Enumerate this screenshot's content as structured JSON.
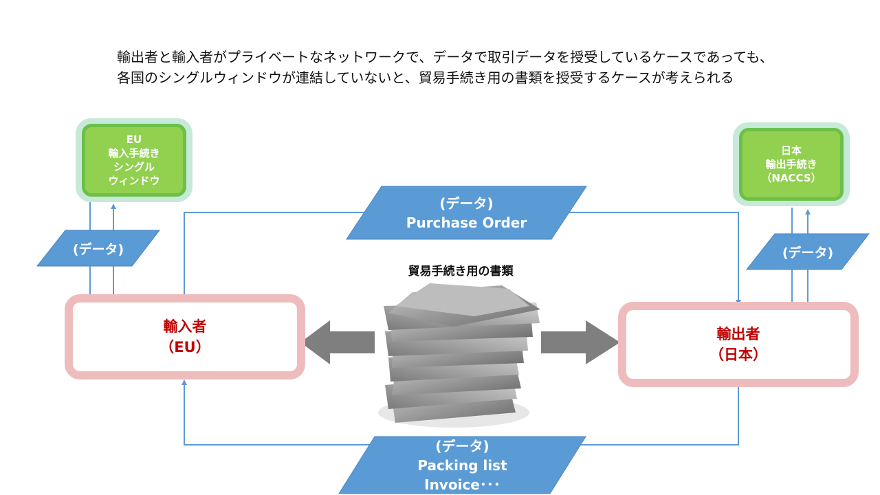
{
  "caption": {
    "line1": "輸出者と輸入者がプライベートなネットワークで、データで取引データを授受しているケースであっても、",
    "line2": "各国のシングルウィンドウが連結していないと、貿易手続き用の書類を授受するケースが考えられる"
  },
  "eu_window": {
    "lines": [
      "EU",
      "輸入手続き",
      "シングル",
      "ウィンドウ"
    ]
  },
  "jp_window": {
    "lines": [
      "日本",
      "輸出手続き",
      "（NACCS）"
    ]
  },
  "importer": {
    "name": "輸入者",
    "region": "（EU）"
  },
  "exporter": {
    "name": "輸出者",
    "region": "（日本）"
  },
  "data_left": {
    "label": "(データ)"
  },
  "data_right": {
    "label": "(データ)"
  },
  "purchase_order": {
    "line1": "(データ)",
    "line2": "Purchase Order"
  },
  "packing": {
    "line1": "(データ)",
    "line2": "Packing list",
    "line3": "Invoice･･･"
  },
  "documents": {
    "title": "貿易手続き用の書類"
  },
  "colors": {
    "line_blue": "#5b9bd5",
    "party_border": "#efbcbe",
    "party_text": "#c00000",
    "green_fill": "#92d050",
    "arrow_gray": "#7f7f7f"
  }
}
